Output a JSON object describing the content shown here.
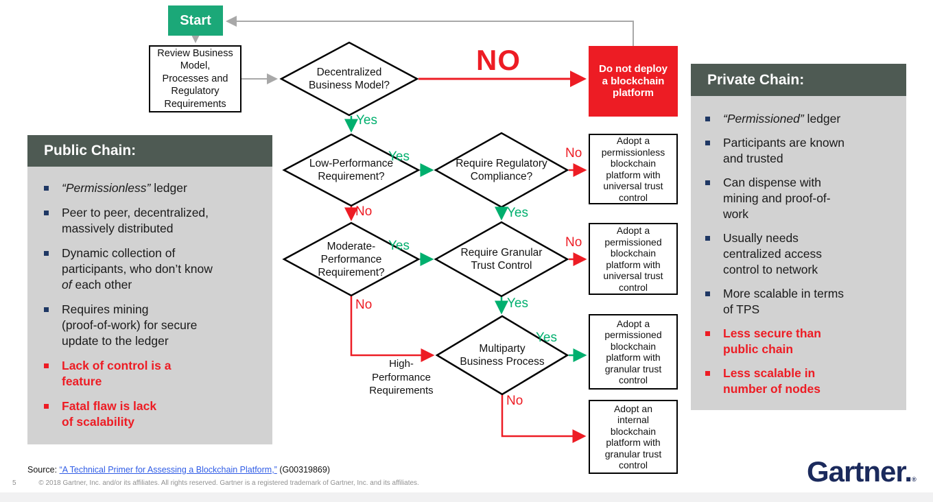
{
  "colors": {
    "start_green": "#1BA878",
    "yes_green": "#00AF6E",
    "alert_red": "#ED1C24",
    "gray_arrow": "#A8A8A8",
    "panel_header_bg": "#4E5A53",
    "panel_body_bg": "#D2D2D2",
    "bullet_navy": "#1F3864",
    "link_blue": "#2F5CE6",
    "logo_navy": "#1B2A5C"
  },
  "flowchart": {
    "start_label": "Start",
    "review_text": "Review Business\nModel,\nProcesses and\nRegulatory\nRequirements",
    "decision_decentralized": "Decentralized\nBusiness Model?",
    "decision_low_perf": "Low-Performance\nRequirement?",
    "decision_reg_compliance": "Require Regulatory\nCompliance?",
    "decision_moderate_perf": "Moderate-\nPerformance\nRequirement?",
    "decision_granular_trust": "Require Granular\nTrust Control",
    "decision_multiparty": "Multiparty\nBusiness Process",
    "big_no": "NO",
    "do_not_deploy": "Do not deploy\na blockchain\nplatform",
    "adopt_permissionless_universal": "Adopt a\npermissionless\nblockchain\nplatform with\nuniversal trust\ncontrol",
    "adopt_permissioned_universal": "Adopt a\npermissioned\nblockchain\nplatform with\nuniversal trust\ncontrol",
    "adopt_permissioned_granular": "Adopt a\npermissioned\nblockchain\nplatform with\ngranular trust\ncontrol",
    "adopt_internal_granular": "Adopt an\ninternal\nblockchain\nplatform with\ngranular trust\ncontrol",
    "high_perf_note": "High-\nPerformance\nRequirements",
    "label_yes": "Yes",
    "label_no": "No"
  },
  "public_panel": {
    "title": "Public Chain:",
    "bullets": [
      {
        "italic": "“Permissionless”",
        "post": " ledger"
      },
      {
        "pre": "Peer to peer, decentralized,\nmassively distributed"
      },
      {
        "pre": "Dynamic collection of\nparticipants, who don’t know\n",
        "italic": "of",
        "post": " each other"
      },
      {
        "pre": "Requires mining\n(proof-of-work) for secure\nupdate to the ledger"
      },
      {
        "pre": "Lack of control is a\nfeature"
      },
      {
        "pre": "Fatal flaw is lack\nof scalability"
      }
    ]
  },
  "private_panel": {
    "title": "Private Chain:",
    "bullets": [
      {
        "italic": "“Permissioned”",
        "post": " ledger"
      },
      {
        "pre": "Participants are known\nand trusted"
      },
      {
        "pre": "Can dispense with\nmining and proof-of-\nwork"
      },
      {
        "pre": "Usually needs\ncentralized access\ncontrol to network"
      },
      {
        "pre": "More scalable in terms\nof TPS"
      },
      {
        "pre": "Less secure than\npublic chain"
      },
      {
        "pre": "Less scalable in\nnumber of nodes"
      }
    ]
  },
  "footer": {
    "source_label": "Source:",
    "source_link": "“A Technical Primer for Assessing a Blockchain Platform,”",
    "source_ref": "(G00319869)",
    "page_number": "5",
    "copyright": "© 2018 Gartner, Inc. and/or its affiliates. All rights reserved. Gartner is a registered trademark of Gartner, Inc. and its affiliates.",
    "logo_text": "Gartner.",
    "logo_reg": "®"
  }
}
